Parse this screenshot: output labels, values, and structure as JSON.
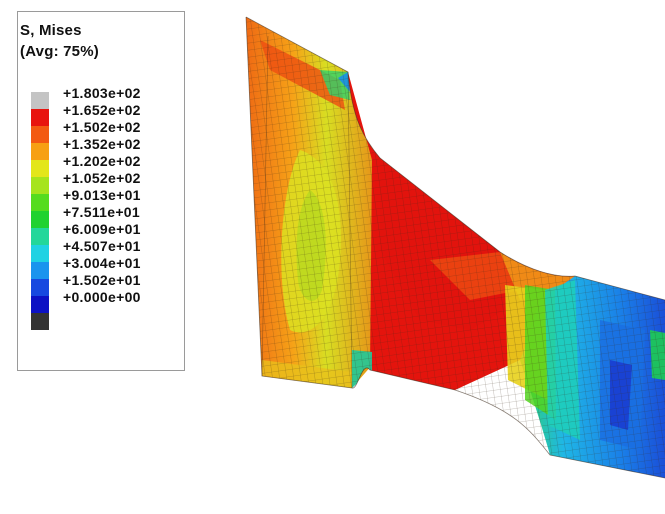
{
  "legend": {
    "title_line1": "S, Mises",
    "title_line2": "(Avg: 75%)",
    "entries": [
      {
        "label": "+1.803e+02",
        "color": "#c4c4c4"
      },
      {
        "label": "+1.652e+02",
        "color": "#e8140f"
      },
      {
        "label": "+1.502e+02",
        "color": "#f35a12"
      },
      {
        "label": "+1.352e+02",
        "color": "#f7a013"
      },
      {
        "label": "+1.202e+02",
        "color": "#e3e61a"
      },
      {
        "label": "+1.052e+02",
        "color": "#a6e41c"
      },
      {
        "label": "+9.013e+01",
        "color": "#54dc1e"
      },
      {
        "label": "+7.511e+01",
        "color": "#1fd22f"
      },
      {
        "label": "+6.009e+01",
        "color": "#22d79a"
      },
      {
        "label": "+4.507e+01",
        "color": "#1fd2e3"
      },
      {
        "label": "+3.004e+01",
        "color": "#1a94ee"
      },
      {
        "label": "+1.502e+01",
        "color": "#1649e0"
      },
      {
        "label": "+0.000e+00",
        "color": "#0c12c4"
      },
      {
        "color": "#333333"
      }
    ]
  }
}
